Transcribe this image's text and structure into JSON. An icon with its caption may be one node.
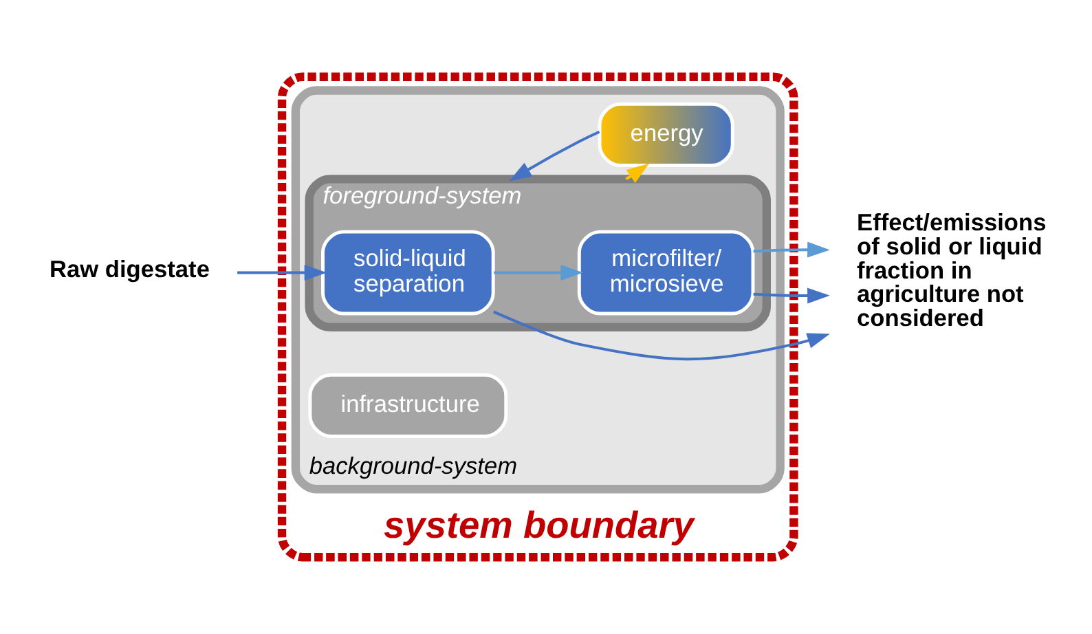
{
  "diagram": {
    "nodes": [
      {
        "text": [
          "system boundary"
        ]
      },
      {
        "text": [
          "background-system"
        ],
        "in": 0
      },
      {
        "text": [
          "foreground-system"
        ],
        "in": 1
      },
      {
        "text": [
          "Raw digestate"
        ]
      },
      {
        "text": [
          "solid-liquid separation"
        ],
        "in": 2
      },
      {
        "text": [
          "microfilter/ microsieve"
        ],
        "in": 2
      },
      {
        "text": [
          "energy"
        ],
        "in": 1
      },
      {
        "text": [
          "infrastructure"
        ],
        "in": 1
      },
      {
        "text": [
          "Effect/emissions of solid or liquid fraction in agriculture not considered"
        ]
      }
    ],
    "edges": [
      {
        "from": 3,
        "to": 4,
        "arrow": "to"
      },
      {
        "from": 4,
        "to": 8,
        "arrow": "to"
      },
      {
        "from": 4,
        "to": 5,
        "arrow": "to",
        "color": "#5b9bd5"
      },
      {
        "from": 5,
        "to": 8,
        "arrow": "to"
      },
      {
        "from": 5,
        "to": 8,
        "arrow": "to",
        "color": "#5b9bd5"
      },
      {
        "from": 2,
        "to": 6,
        "arrow": "to",
        "color": "#ffc000"
      },
      {
        "from": 6,
        "to": 2,
        "arrow": "to"
      }
    ]
  }
}
